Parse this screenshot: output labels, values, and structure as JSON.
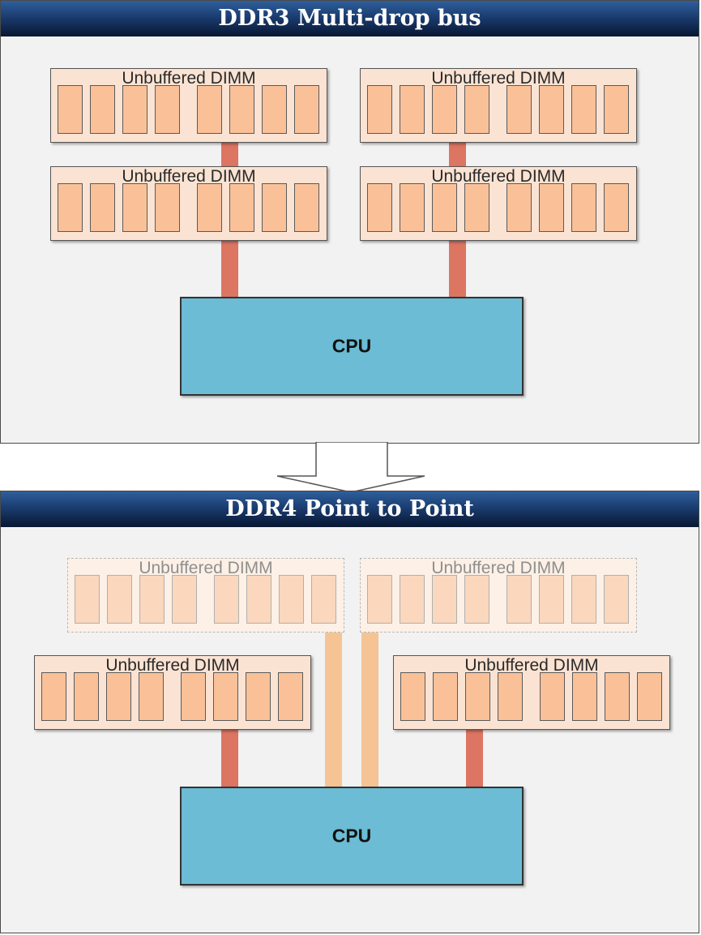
{
  "colors": {
    "header": "#1b3d70",
    "panel": "#f2f2f2",
    "dimm": "#fbe3d3",
    "chip": "#fac199",
    "cpu": "#6bbcd4",
    "bus_active": "#dc7562",
    "bus_p2p": "#f6c494"
  },
  "ddr3": {
    "title": "DDR3 Multi-drop bus",
    "dimm_labels": [
      "Unbuffered DIMM",
      "Unbuffered DIMM",
      "Unbuffered DIMM",
      "Unbuffered DIMM"
    ],
    "cpu_label": "CPU"
  },
  "transition": {
    "icon": "down-arrow-icon"
  },
  "ddr4": {
    "title": "DDR4 Point to Point",
    "dimm_labels": [
      "Unbuffered DIMM",
      "Unbuffered DIMM",
      "Unbuffered DIMM",
      "Unbuffered DIMM"
    ],
    "cpu_label": "CPU"
  }
}
